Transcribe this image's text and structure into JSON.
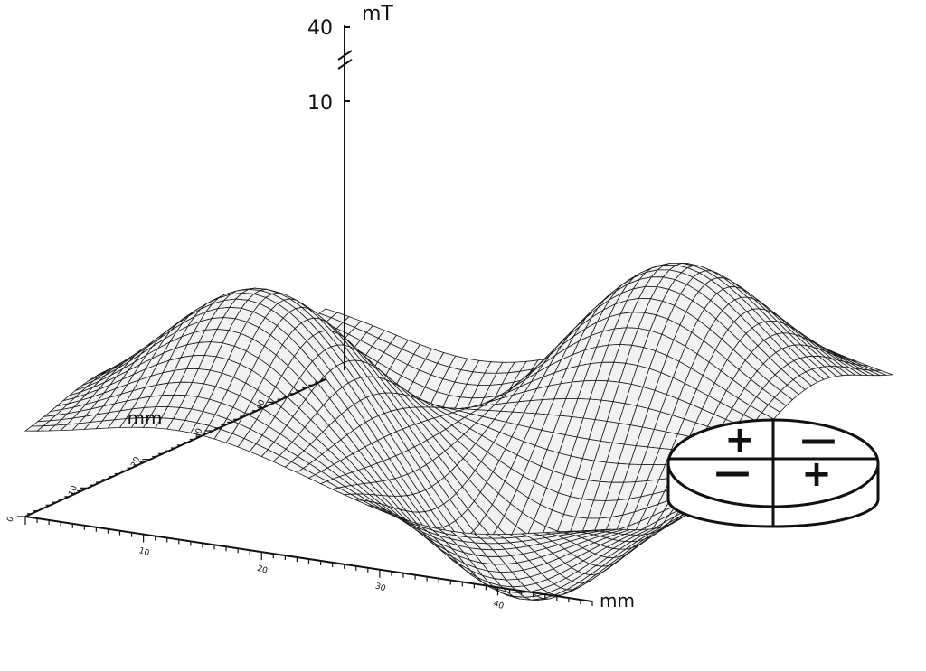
{
  "chart_data": {
    "type": "surface",
    "z_axis": {
      "unit_label": "mT",
      "ticks": [
        "40",
        "10"
      ],
      "axis_break": true
    },
    "x_axis": {
      "unit_label": "mm",
      "tick_labels": [
        "10",
        "20",
        "30",
        "40"
      ],
      "range": [
        0,
        48
      ]
    },
    "y_axis": {
      "unit_label": "mm",
      "tick_labels": [
        "0",
        "10",
        "20",
        "30",
        "40"
      ],
      "range": [
        0,
        48
      ]
    },
    "surface": {
      "peaks": [
        {
          "sign": "+",
          "x": 13,
          "y": 13,
          "amplitude": 12
        },
        {
          "sign": "+",
          "x": 36,
          "y": 36,
          "amplitude": 12
        },
        {
          "sign": "-",
          "x": 13,
          "y": 36,
          "amplitude": 12
        },
        {
          "sign": "-",
          "x": 36,
          "y": 13,
          "amplitude": 12
        }
      ]
    },
    "inset": {
      "description_symbols": [
        "+",
        "—",
        "—",
        "+"
      ]
    }
  }
}
